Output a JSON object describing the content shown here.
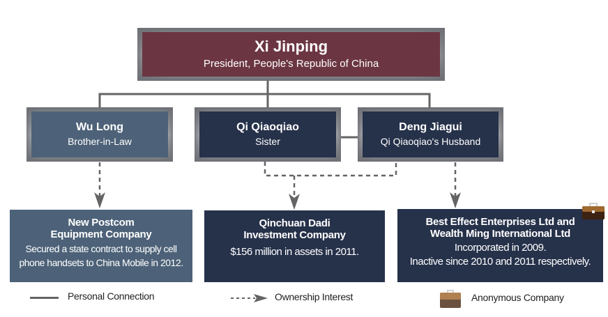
{
  "colors": {
    "maroon": "#6b3642",
    "slate": "#4d6278",
    "navy": "#26314a",
    "connector": "#646464"
  },
  "top": {
    "name": "Xi Jinping",
    "title": "President, People's Republic of China"
  },
  "relatives": [
    {
      "name": "Wu Long",
      "relation": "Brother-in-Law"
    },
    {
      "name": "Qi Qiaoqiao",
      "relation": "Sister"
    },
    {
      "name": "Deng Jiagui",
      "relation": "Qi Qiaoqiao's Husband"
    }
  ],
  "companies": [
    {
      "name_line1": "New Postcom",
      "name_line2": "Equipment Company",
      "desc_line1": "Secured a state contract to supply cell",
      "desc_line2": "phone handsets to China Mobile in 2012.",
      "anonymous": false
    },
    {
      "name_line1": "Qinchuan Dadi",
      "name_line2": "Investment Company",
      "desc_line1": "$156 million in assets in 2011.",
      "desc_line2": "",
      "anonymous": false
    },
    {
      "name_line1": "Best Effect Enterprises Ltd and",
      "name_line2": "Wealth Ming International Ltd",
      "desc_line1": "Incorporated in 2009.",
      "desc_line2": "Inactive since 2010 and 2011 respectively.",
      "anonymous": true
    }
  ],
  "legend": {
    "personal": "Personal Connection",
    "ownership": "Ownership Interest",
    "anonymous": "Anonymous Company"
  }
}
